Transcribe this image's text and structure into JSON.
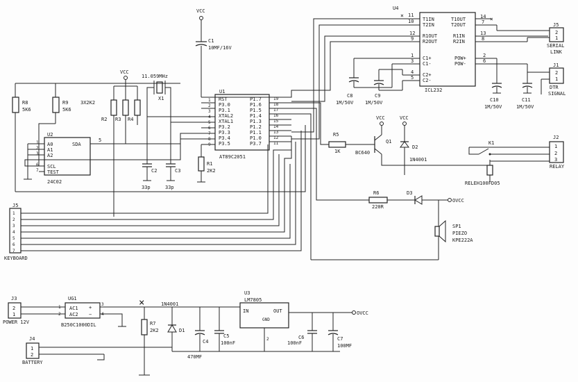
{
  "labels": {
    "vcc_top": "VCC",
    "vcc_r": "VCC",
    "vcc_q": "VCC",
    "vcc_d2": "VCC",
    "c1": "C1",
    "c1_val": "10MF/16V",
    "u4": "U4",
    "u4_pins_l": [
      "T1IN",
      "T2IN",
      "R1OUT",
      "R2OUT",
      "C1+",
      "C1-",
      "C2+",
      "C2-"
    ],
    "u4_pins_r": [
      "T1OUT",
      "T2OUT",
      "R1IN",
      "R2IN",
      "POW+",
      "POW-"
    ],
    "u4_pn_l": [
      "11",
      "10",
      "12",
      "9",
      "1",
      "3",
      "4",
      "5"
    ],
    "u4_pn_r": [
      "14",
      "7",
      "13",
      "8",
      "2",
      "6"
    ],
    "icl232": "ICL232",
    "j5": "J5",
    "serial": "SERIAL",
    "link": "LINK",
    "j1": "J1",
    "dtr": "DTR",
    "signal": "SIGNAL",
    "c8": "C8",
    "c9": "C9",
    "c8_val": "1M/50V",
    "c9_val": "1M/50V",
    "c10": "C10",
    "c11": "C11",
    "c10_val": "1M/50V",
    "c11_val": "1M/50V",
    "r8": "R8",
    "r8_val": "5K6",
    "r9": "R9",
    "r9_val": "5K6",
    "r_arr": "3X2K2",
    "r2": "R2",
    "r3": "R3",
    "r4": "R4",
    "xtal": "11.059MHz",
    "x1": "X1",
    "u1": "U1",
    "u1_pins_l": [
      "RST",
      "P3.0",
      "P3.1",
      "XTAL2",
      "XTAL1",
      "P3.2",
      "P3.3",
      "P3.4",
      "P3.5"
    ],
    "u1_pins_r": [
      "P1.7",
      "P1.6",
      "P1.5",
      "P1.4",
      "P1.3",
      "P1.2",
      "P1.1",
      "P1.0",
      "P3.7"
    ],
    "u1_pn_l": [
      "1",
      "2",
      "3",
      "4",
      "5",
      "6",
      "7",
      "8",
      "9"
    ],
    "u1_pn_r": [
      "19",
      "18",
      "17",
      "16",
      "15",
      "14",
      "13",
      "12",
      "11"
    ],
    "at89": "AT89C2051",
    "u2": "U2",
    "u2_pins": [
      "A0",
      "A1",
      "A2",
      "SCL",
      "TEST"
    ],
    "sda": "SDA",
    "u2_pn_l": [
      "1",
      "2",
      "3",
      "6",
      "7"
    ],
    "u2_pn_r": "5",
    "eeprom": "24C02",
    "c2": "C2",
    "c3": "C3",
    "c2_val": "33p",
    "c3_val": "33p",
    "r1": "R1",
    "r1_val": "2K2",
    "r5": "R5",
    "r5_val": "1K",
    "q1": "Q1",
    "bc640": "BC640",
    "d2": "D2",
    "d2_val": "1N4001",
    "k1": "K1",
    "j2": "J2",
    "relay": "RELAY",
    "releh": "RELEH100FD05",
    "r6": "R6",
    "r6_val": "220R",
    "d3": "D3",
    "ovcc": "OVCC",
    "sp1": "SP1",
    "piezo": "PIEZO",
    "kpe": "KPE222A",
    "j5k": "J5",
    "keyboard": "KEYBOARD",
    "kb_pins": [
      "1",
      "2",
      "3",
      "4",
      "5",
      "6",
      "7"
    ],
    "j3": "J3",
    "power": "POWER 12V",
    "ug1": "UG1",
    "ac1": "AC1",
    "ac2": "AC2",
    "bridge": "B250C1000DIL",
    "u3": "U3",
    "lm7805": "LM7805",
    "in": "IN",
    "out": "OUT",
    "gnd": "GND",
    "n1": "1N4001",
    "d1": "D1",
    "r7": "R7",
    "r7_val": "2K2",
    "c4": "C4",
    "c4_val": "470MF",
    "c5": "C5",
    "c5_val": "100nF",
    "c6": "C6",
    "c6_val": "100nF",
    "c7": "C7",
    "c7_val": "100MF",
    "ovcc2": "OVCC",
    "j4": "J4",
    "battery": "BATTERY",
    "pin1": "1",
    "pin2": "2",
    "pin3": "3"
  }
}
